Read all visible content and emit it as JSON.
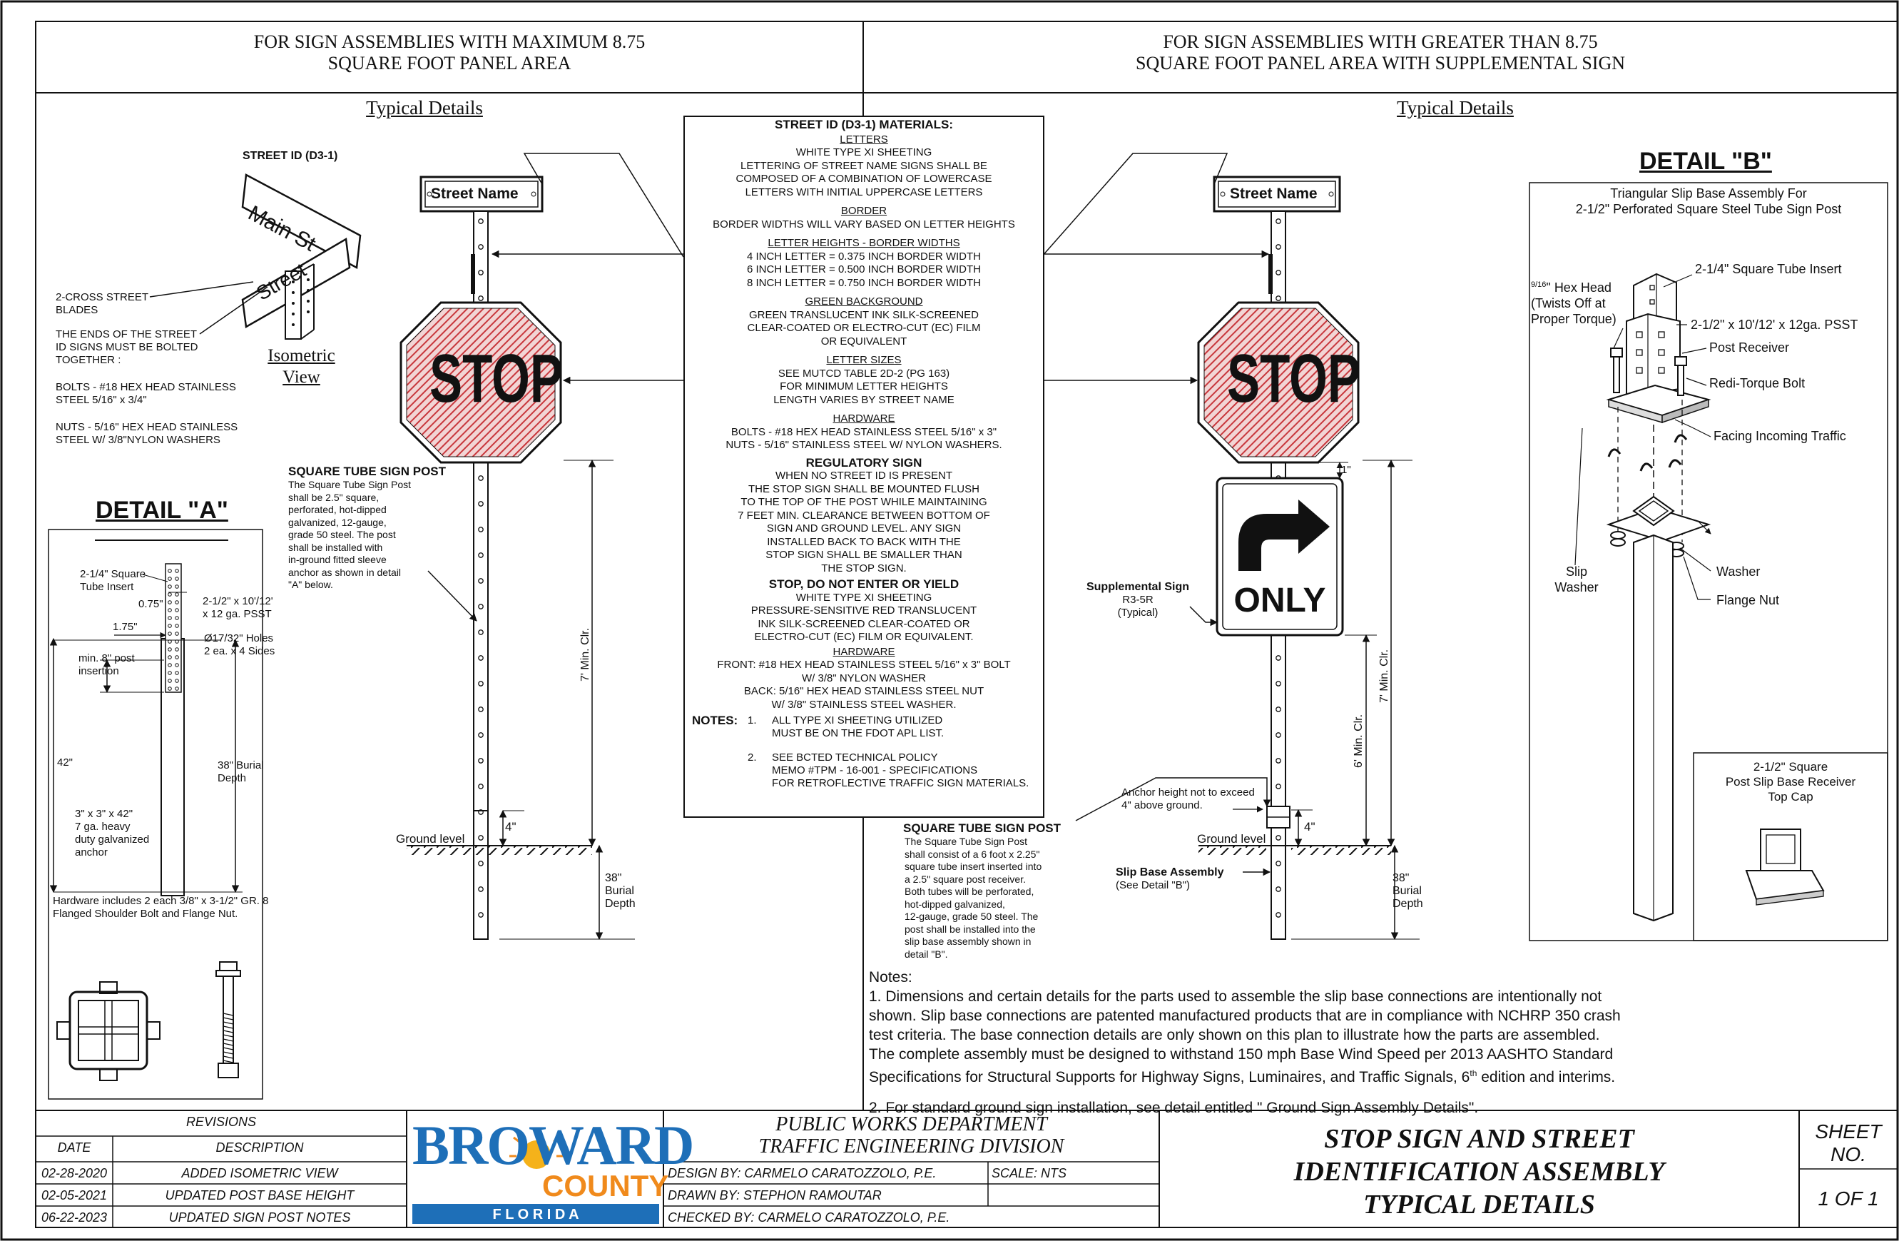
{
  "header": {
    "left_title_line1": "FOR SIGN ASSEMBLIES WITH MAXIMUM 8.75",
    "left_title_line2": "SQUARE FOOT PANEL AREA",
    "right_title_line1": "FOR SIGN ASSEMBLIES WITH GREATER THAN 8.75",
    "right_title_line2": "SQUARE FOOT PANEL AREA WITH SUPPLEMENTAL SIGN",
    "left_subtitle": "Typical Details",
    "right_subtitle": "Typical Details"
  },
  "street_id": {
    "label": "STREET ID (D3-1)",
    "blade1": "Main St",
    "blade2": "Street",
    "callout_blades": [
      "2-CROSS STREET",
      "BLADES"
    ],
    "callout_ends": [
      "THE ENDS OF THE STREET",
      "ID SIGNS MUST BE BOLTED",
      "TOGETHER :"
    ],
    "bolts": [
      "BOLTS - #18 HEX HEAD STAINLESS",
      "STEEL 5/16\" x 3/4\""
    ],
    "nuts": [
      "NUTS - 5/16\" HEX HEAD STAINLESS",
      "STEEL W/ 3/8\"NYLON WASHERS"
    ],
    "iso_label_1": "Isometric",
    "iso_label_2": "View"
  },
  "detail_a": {
    "title": "DETAIL \"A\"",
    "tube_insert": [
      "2-1/4\" Square",
      "Tube Insert"
    ],
    "dim_075": "0.75\"",
    "pssT": [
      "2-1/2\" x 10'/12'",
      "x 12 ga. PSST"
    ],
    "dim_175": "1.75\"",
    "holes": [
      "Ø17/32\" Holes",
      "2 ea. x 4 Sides"
    ],
    "min_post": [
      "min. 8\" post",
      "insertion"
    ],
    "dim_42": "42\"",
    "burial": [
      "38\" Burial",
      "Depth"
    ],
    "anchor": [
      "3\" x 3\" x 42\"",
      "7 ga. heavy",
      "duty galvanized",
      "anchor"
    ],
    "hardware": [
      "Hardware includes 2 each 3/8\" x 3-1/2\" GR. 8",
      "Flanged Shoulder Bolt and Flange Nut."
    ]
  },
  "left_assembly": {
    "street_sign": "Street Name",
    "stop": "STOP",
    "post_title": "SQUARE TUBE SIGN POST",
    "post_desc": [
      "The Square Tube Sign Post",
      "shall be 2.5\" square,",
      "perforated, hot-dipped",
      "galvanized, 12-gauge,",
      "grade 50  steel. The post",
      "shall be installed with",
      "in-ground fitted sleeve",
      "anchor as shown in detail",
      "\"A\" below."
    ],
    "min_clr": "7' Min. Clr.",
    "dim_4": "4\"",
    "ground": "Ground level",
    "burial": [
      "38\"",
      "Burial",
      "Depth"
    ]
  },
  "materials": {
    "title": "STREET ID (D3-1) MATERIALS:",
    "sections": [
      {
        "head": "LETTERS",
        "lines": [
          "WHITE TYPE XI SHEETING",
          "LETTERING OF STREET NAME SIGNS SHALL BE",
          "COMPOSED OF A COMBINATION OF LOWERCASE",
          "LETTERS WITH INITIAL UPPERCASE LETTERS"
        ]
      },
      {
        "head": "BORDER",
        "lines": [
          "BORDER WIDTHS WILL VARY BASED ON LETTER HEIGHTS"
        ]
      },
      {
        "head": "LETTER HEIGHTS - BORDER WIDTHS",
        "lines": [
          "4 INCH LETTER = 0.375 INCH BORDER WIDTH",
          "6 INCH LETTER = 0.500 INCH BORDER WIDTH",
          "8 INCH LETTER = 0.750 INCH BORDER WIDTH"
        ]
      },
      {
        "head": "GREEN BACKGROUND",
        "lines": [
          "GREEN TRANSLUCENT INK SILK-SCREENED",
          "CLEAR-COATED OR ELECTRO-CUT (EC) FILM",
          "OR EQUIVALENT"
        ]
      },
      {
        "head": "LETTER SIZES",
        "lines": [
          "SEE MUTCD TABLE 2D-2 (PG 163)",
          "FOR MINIMUM LETTER HEIGHTS",
          "LENGTH VARIES BY STREET NAME"
        ]
      },
      {
        "head": "HARDWARE",
        "lines": [
          "BOLTS - #18 HEX HEAD STAINLESS STEEL 5/16\" x 3\"",
          "NUTS - 5/16\" STAINLESS STEEL W/ NYLON WASHERS."
        ]
      }
    ],
    "reg_title": "REGULATORY SIGN",
    "reg_lines": [
      "WHEN NO STREET ID IS PRESENT",
      "THE STOP SIGN SHALL BE MOUNTED FLUSH",
      "TO THE TOP OF THE POST WHILE MAINTAINING",
      "7 FEET MIN. CLEARANCE BETWEEN BOTTOM OF",
      "SIGN AND GROUND LEVEL. ANY SIGN",
      "INSTALLED BACK TO BACK WITH THE",
      "STOP SIGN SHALL BE SMALLER THAN",
      "THE STOP SIGN."
    ],
    "stop_title": "STOP, DO NOT ENTER OR YIELD",
    "stop_lines": [
      "WHITE TYPE XI SHEETING",
      "PRESSURE-SENSITIVE RED TRANSLUCENT",
      "INK SILK-SCREENED CLEAR-COATED OR",
      "ELECTRO-CUT (EC) FILM OR EQUIVALENT."
    ],
    "hw2_head": "HARDWARE",
    "hw2_lines": [
      "FRONT: #18 HEX HEAD STAINLESS STEEL 5/16\" x 3\" BOLT",
      "W/ 3/8\" NYLON WASHER",
      "BACK: 5/16\" HEX HEAD STAINLESS STEEL NUT",
      "W/ 3/8\" STAINLESS STEEL WASHER."
    ],
    "notes_label": "NOTES:",
    "note1_num": "1.",
    "note1": [
      "ALL TYPE XI SHEETING UTILIZED",
      "MUST BE ON THE FDOT APL LIST."
    ],
    "note2_num": "2.",
    "note2": [
      "SEE BCTED TECHNICAL POLICY",
      "MEMO #TPM - 16-001 - SPECIFICATIONS",
      "FOR RETROFLECTIVE TRAFFIC SIGN MATERIALS."
    ]
  },
  "right_assembly": {
    "street_sign": "Street Name",
    "stop": "STOP",
    "only": "ONLY",
    "dim_1": "1\"",
    "supp_title": "Supplemental Sign",
    "supp_code": "R3-5R",
    "supp_typ": "(Typical)",
    "min_clr7": "7' Min. Clr.",
    "min_clr6": "6' Min. Clr.",
    "anchor_note": [
      "Anchor height not to exceed",
      "4\" above ground."
    ],
    "dim_4": "4\"",
    "ground": "Ground level",
    "slip_title": "Slip Base Assembly",
    "slip_ref": "(See Detail \"B\")",
    "burial": [
      "38\"",
      "Burial",
      "Depth"
    ],
    "post_title": "SQUARE TUBE SIGN POST",
    "post_desc": [
      "The Square Tube Sign Post",
      "shall consist of a 6 foot x 2.25\"",
      "square tube insert inserted into",
      "a 2.5\" square post receiver.",
      "Both tubes will be perforated,",
      "hot-dipped galvanized,",
      "12-gauge, grade 50 steel. The",
      "post shall be installed into the",
      "slip base assembly shown in",
      "detail \"B\"."
    ]
  },
  "detail_b": {
    "title": "DETAIL \"B\"",
    "subtitle": [
      "Triangular Slip Base Assembly For",
      "2-1/2\" Perforated Square Steel Tube Sign Post"
    ],
    "tube_insert": "2-1/4\" Square Tube Insert",
    "hex_frac": "9/16",
    "hex": [
      "\" Hex Head",
      "(Twists Off at",
      "Proper Torque)"
    ],
    "psst": "2-1/2\" x 10'/12' x 12ga. PSST",
    "receiver": "Post Receiver",
    "redi": "Redi-Torque Bolt",
    "facing": "Facing Incoming Traffic",
    "slip_washer": [
      "Slip",
      "Washer"
    ],
    "washer": "Washer",
    "flange": "Flange Nut",
    "topcap": [
      "2-1/2\" Square",
      "Post Slip Base Receiver",
      "Top Cap"
    ]
  },
  "notes": {
    "heading": "Notes:",
    "n1": [
      "1. Dimensions and certain details for the parts used to assemble the slip base connections are intentionally not",
      "shown. Slip base connections are patented manufactured products that are in compliance with NCHRP 350 crash",
      "test criteria. The base connection details are only shown on this plan to illustrate how the parts are assembled.",
      "The complete assembly must be designed to withstand 150 mph Base Wind Speed per 2013 AASHTO Standard"
    ],
    "n1_last_a": "Specifications for Structural Supports for Highway Signs, Luminaires, and Traffic Signals, 6",
    "n1_sup": "th",
    "n1_last_b": " edition and interims.",
    "n2": "2. For standard ground sign installation, see detail entitled \" Ground Sign Assembly Details\"."
  },
  "title_block": {
    "revisions": "REVISIONS",
    "date_h": "DATE",
    "desc_h": "DESCRIPTION",
    "rows": [
      {
        "date": "02-28-2020",
        "desc": "ADDED ISOMETRIC VIEW"
      },
      {
        "date": "02-05-2021",
        "desc": "UPDATED POST BASE HEIGHT"
      },
      {
        "date": "06-22-2023",
        "desc": "UPDATED SIGN POST NOTES"
      }
    ],
    "logo_top": "BROWARD",
    "logo_mid": "COUNTY",
    "logo_bot": "F L O R I D A",
    "dept1": "PUBLIC WORKS DEPARTMENT",
    "dept2": "TRAFFIC ENGINEERING DIVISION",
    "design": "DESIGN BY: CARMELO CARATOZZOLO, P.E.",
    "scale": "SCALE: NTS",
    "drawn": "DRAWN BY: STEPHON RAMOUTAR",
    "checked": "CHECKED BY: CARMELO CARATOZZOLO, P.E.",
    "title1": "STOP SIGN AND STREET",
    "title2": "IDENTIFICATION ASSEMBLY",
    "title3": "TYPICAL DETAILS",
    "sheet1": "SHEET",
    "sheet2": "NO.",
    "sheet_val": "1 OF 1"
  },
  "colors": {
    "stop_red": "#c8373c",
    "logo_blue": "#1e6fb8",
    "logo_orange": "#f08a1c",
    "ink": "#111111"
  }
}
